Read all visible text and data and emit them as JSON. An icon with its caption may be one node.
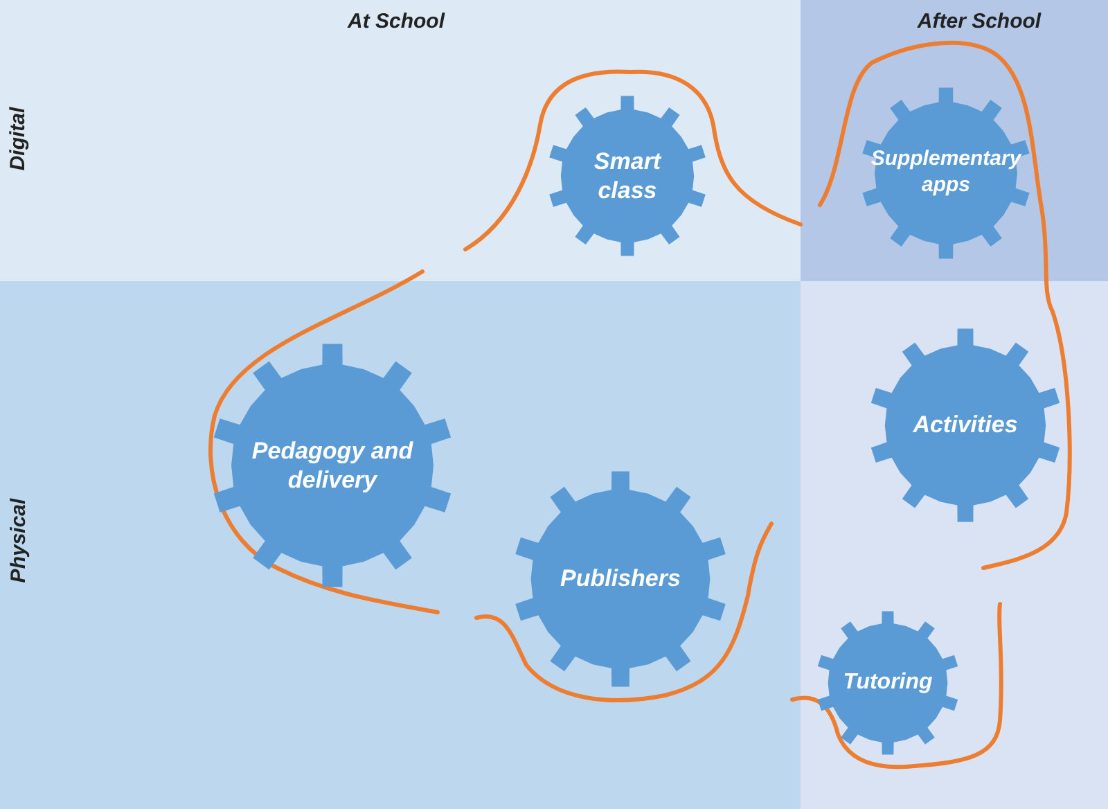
{
  "diagram": {
    "nodes": [
      {
        "text": [
          "Smart class"
        ]
      },
      {
        "text": [
          "Supplementary apps"
        ]
      },
      {
        "text": [
          "Pedagogy and delivery"
        ]
      },
      {
        "text": [
          "Activities"
        ]
      },
      {
        "text": [
          "Publishers"
        ]
      },
      {
        "text": [
          "Tutoring"
        ]
      }
    ],
    "labels": [
      "At School",
      "After School",
      "Digital",
      "Physical"
    ]
  }
}
